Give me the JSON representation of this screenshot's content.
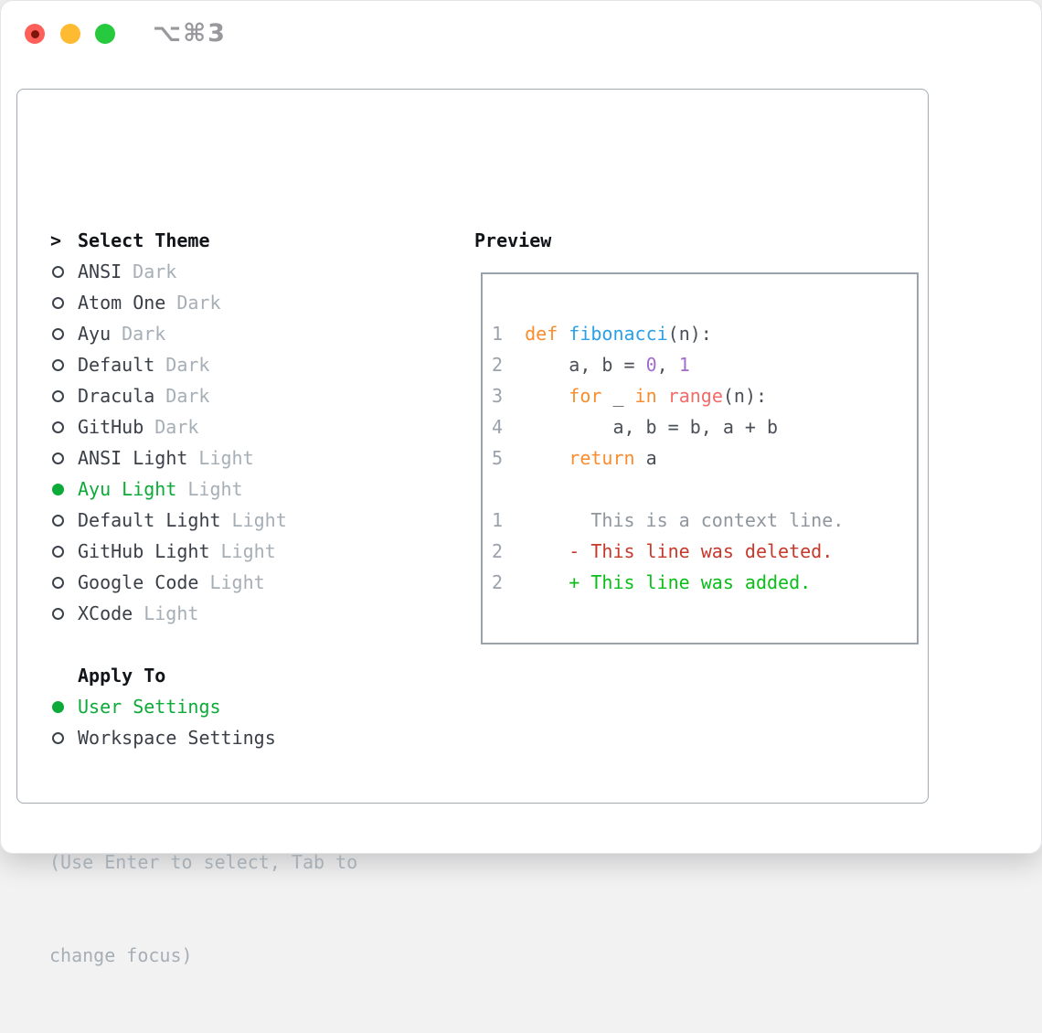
{
  "window": {
    "shortcut_label": "⌥⌘3",
    "traffic_lights": [
      "close",
      "minimize",
      "zoom"
    ]
  },
  "theme_panel": {
    "header": {
      "prefix": ">",
      "label": "Select Theme"
    },
    "themes": [
      {
        "name": "ANSI",
        "variant": "Dark",
        "selected": false
      },
      {
        "name": "Atom One",
        "variant": "Dark",
        "selected": false
      },
      {
        "name": "Ayu",
        "variant": "Dark",
        "selected": false
      },
      {
        "name": "Default",
        "variant": "Dark",
        "selected": false
      },
      {
        "name": "Dracula",
        "variant": "Dark",
        "selected": false
      },
      {
        "name": "GitHub",
        "variant": "Dark",
        "selected": false
      },
      {
        "name": "ANSI Light",
        "variant": "Light",
        "selected": false
      },
      {
        "name": "Ayu Light",
        "variant": "Light",
        "selected": true
      },
      {
        "name": "Default Light",
        "variant": "Light",
        "selected": false
      },
      {
        "name": "GitHub Light",
        "variant": "Light",
        "selected": false
      },
      {
        "name": "Google Code",
        "variant": "Light",
        "selected": false
      },
      {
        "name": "XCode",
        "variant": "Light",
        "selected": false
      }
    ],
    "apply_to": {
      "label": "Apply To",
      "options": [
        {
          "label": "User Settings",
          "selected": true
        },
        {
          "label": "Workspace Settings",
          "selected": false
        }
      ]
    },
    "hint_lines": [
      "(Use Enter to select, Tab to",
      "change focus)"
    ]
  },
  "preview": {
    "title": "Preview",
    "code_lines": [
      {
        "num": "1",
        "tokens": [
          [
            "def",
            "kw"
          ],
          [
            " ",
            "pl"
          ],
          [
            "fibonacci",
            "fn"
          ],
          [
            "(n):",
            "pl"
          ]
        ]
      },
      {
        "num": "2",
        "tokens": [
          [
            "    a, b = ",
            "pl"
          ],
          [
            "0",
            "nm"
          ],
          [
            ", ",
            "pl"
          ],
          [
            "1",
            "nm"
          ]
        ]
      },
      {
        "num": "3",
        "tokens": [
          [
            "    ",
            "pl"
          ],
          [
            "for",
            "kw"
          ],
          [
            " _ ",
            "pl"
          ],
          [
            "in",
            "kw"
          ],
          [
            " ",
            "pl"
          ],
          [
            "range",
            "sp"
          ],
          [
            "(n):",
            "pl"
          ]
        ]
      },
      {
        "num": "4",
        "tokens": [
          [
            "        a, b = b, a + b",
            "pl"
          ]
        ]
      },
      {
        "num": "5",
        "tokens": [
          [
            "    ",
            "pl"
          ],
          [
            "return",
            "kw"
          ],
          [
            " a",
            "pl"
          ]
        ]
      },
      {
        "blank": true
      },
      {
        "num": "1",
        "tokens": [
          [
            "      This is a context line.",
            "ctx"
          ]
        ]
      },
      {
        "num": "2",
        "tokens": [
          [
            "    - This line was deleted.",
            "del"
          ]
        ]
      },
      {
        "num": "2",
        "tokens": [
          [
            "    + This line was added.",
            "add"
          ]
        ]
      }
    ]
  },
  "colors": {
    "accent_green": "#0caa38",
    "keyword_orange": "#f98d2e",
    "function_blue": "#2ba0e8",
    "number_purple": "#a26bce",
    "special_coral": "#f56b67",
    "plain_code": "#4a4f57",
    "line_number": "#9aa2ac",
    "context_gray": "#8f969e",
    "deleted_red": "#c5392b",
    "added_green": "#0abe19",
    "text_dark": "#3a3f47",
    "variant_gray": "#a6aeb6",
    "heading_black": "#111418",
    "hint_gray": "#a6aeb6",
    "shortcut_gray": "#98989d",
    "traffic_red": "#fe5f58",
    "traffic_yellow": "#febb32",
    "traffic_green": "#27c93f"
  }
}
